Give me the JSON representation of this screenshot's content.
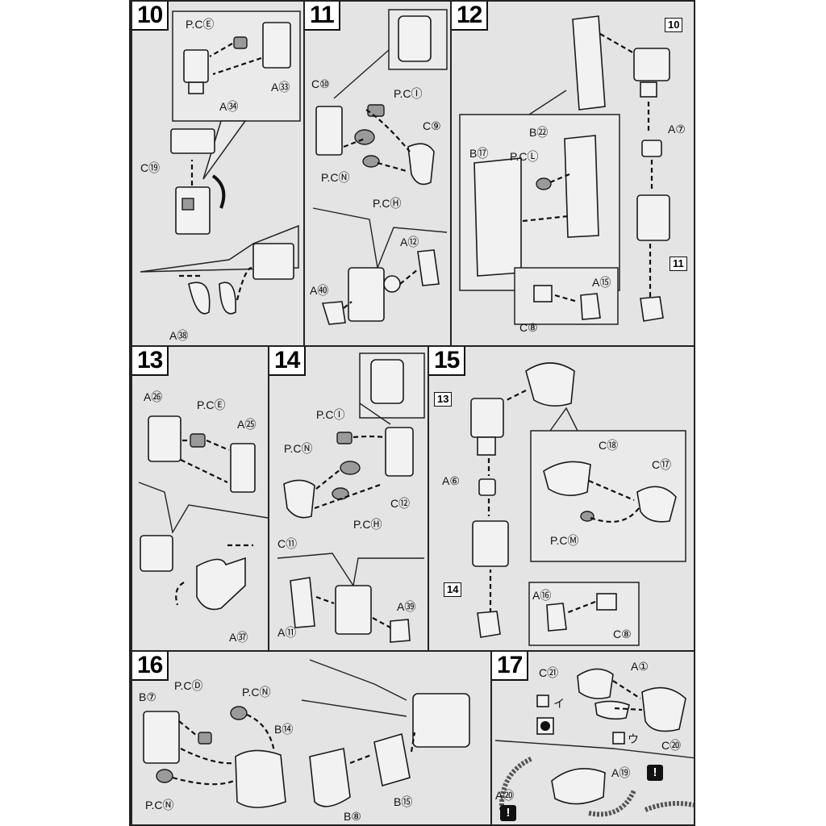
{
  "steps": {
    "s10": {
      "number": "10",
      "labels": [
        "P.CⒺ",
        "A㉝",
        "A㉞",
        "C⑲",
        "A㊳"
      ]
    },
    "s11": {
      "number": "11",
      "labels": [
        "C⑩",
        "P.CⒾ",
        "C⑨",
        "P.CⓃ",
        "P.CⒽ",
        "A⑫",
        "A㊵"
      ]
    },
    "s12": {
      "number": "12",
      "labels": [
        "B㉒",
        "B⑰",
        "P.CⓁ",
        "A⑦",
        "A⑮",
        "C⑧"
      ],
      "refs": [
        "10",
        "11"
      ]
    },
    "s13": {
      "number": "13",
      "labels": [
        "A㉖",
        "P.CⒺ",
        "A㉕",
        "A㊲"
      ]
    },
    "s14": {
      "number": "14",
      "labels": [
        "P.CⒾ",
        "P.CⓃ",
        "C⑫",
        "C⑪",
        "P.CⒽ",
        "A⑪",
        "A㊴"
      ]
    },
    "s15": {
      "number": "15",
      "labels": [
        "C⑱",
        "C⑰",
        "A⑥",
        "P.CⓂ",
        "A⑯",
        "C⑧"
      ],
      "refs": [
        "13",
        "14"
      ]
    },
    "s16": {
      "number": "16",
      "labels": [
        "P.CⒹ",
        "P.CⓃ",
        "B⑦",
        "B⑭",
        "P.CⓃ",
        "B⑧",
        "B⑮"
      ]
    },
    "s17": {
      "number": "17",
      "labels": [
        "C㉑",
        "A①",
        "C⑳",
        "A⑲",
        "A⑳"
      ],
      "marks": [
        "イ",
        "ウ"
      ],
      "warning": "!"
    }
  }
}
